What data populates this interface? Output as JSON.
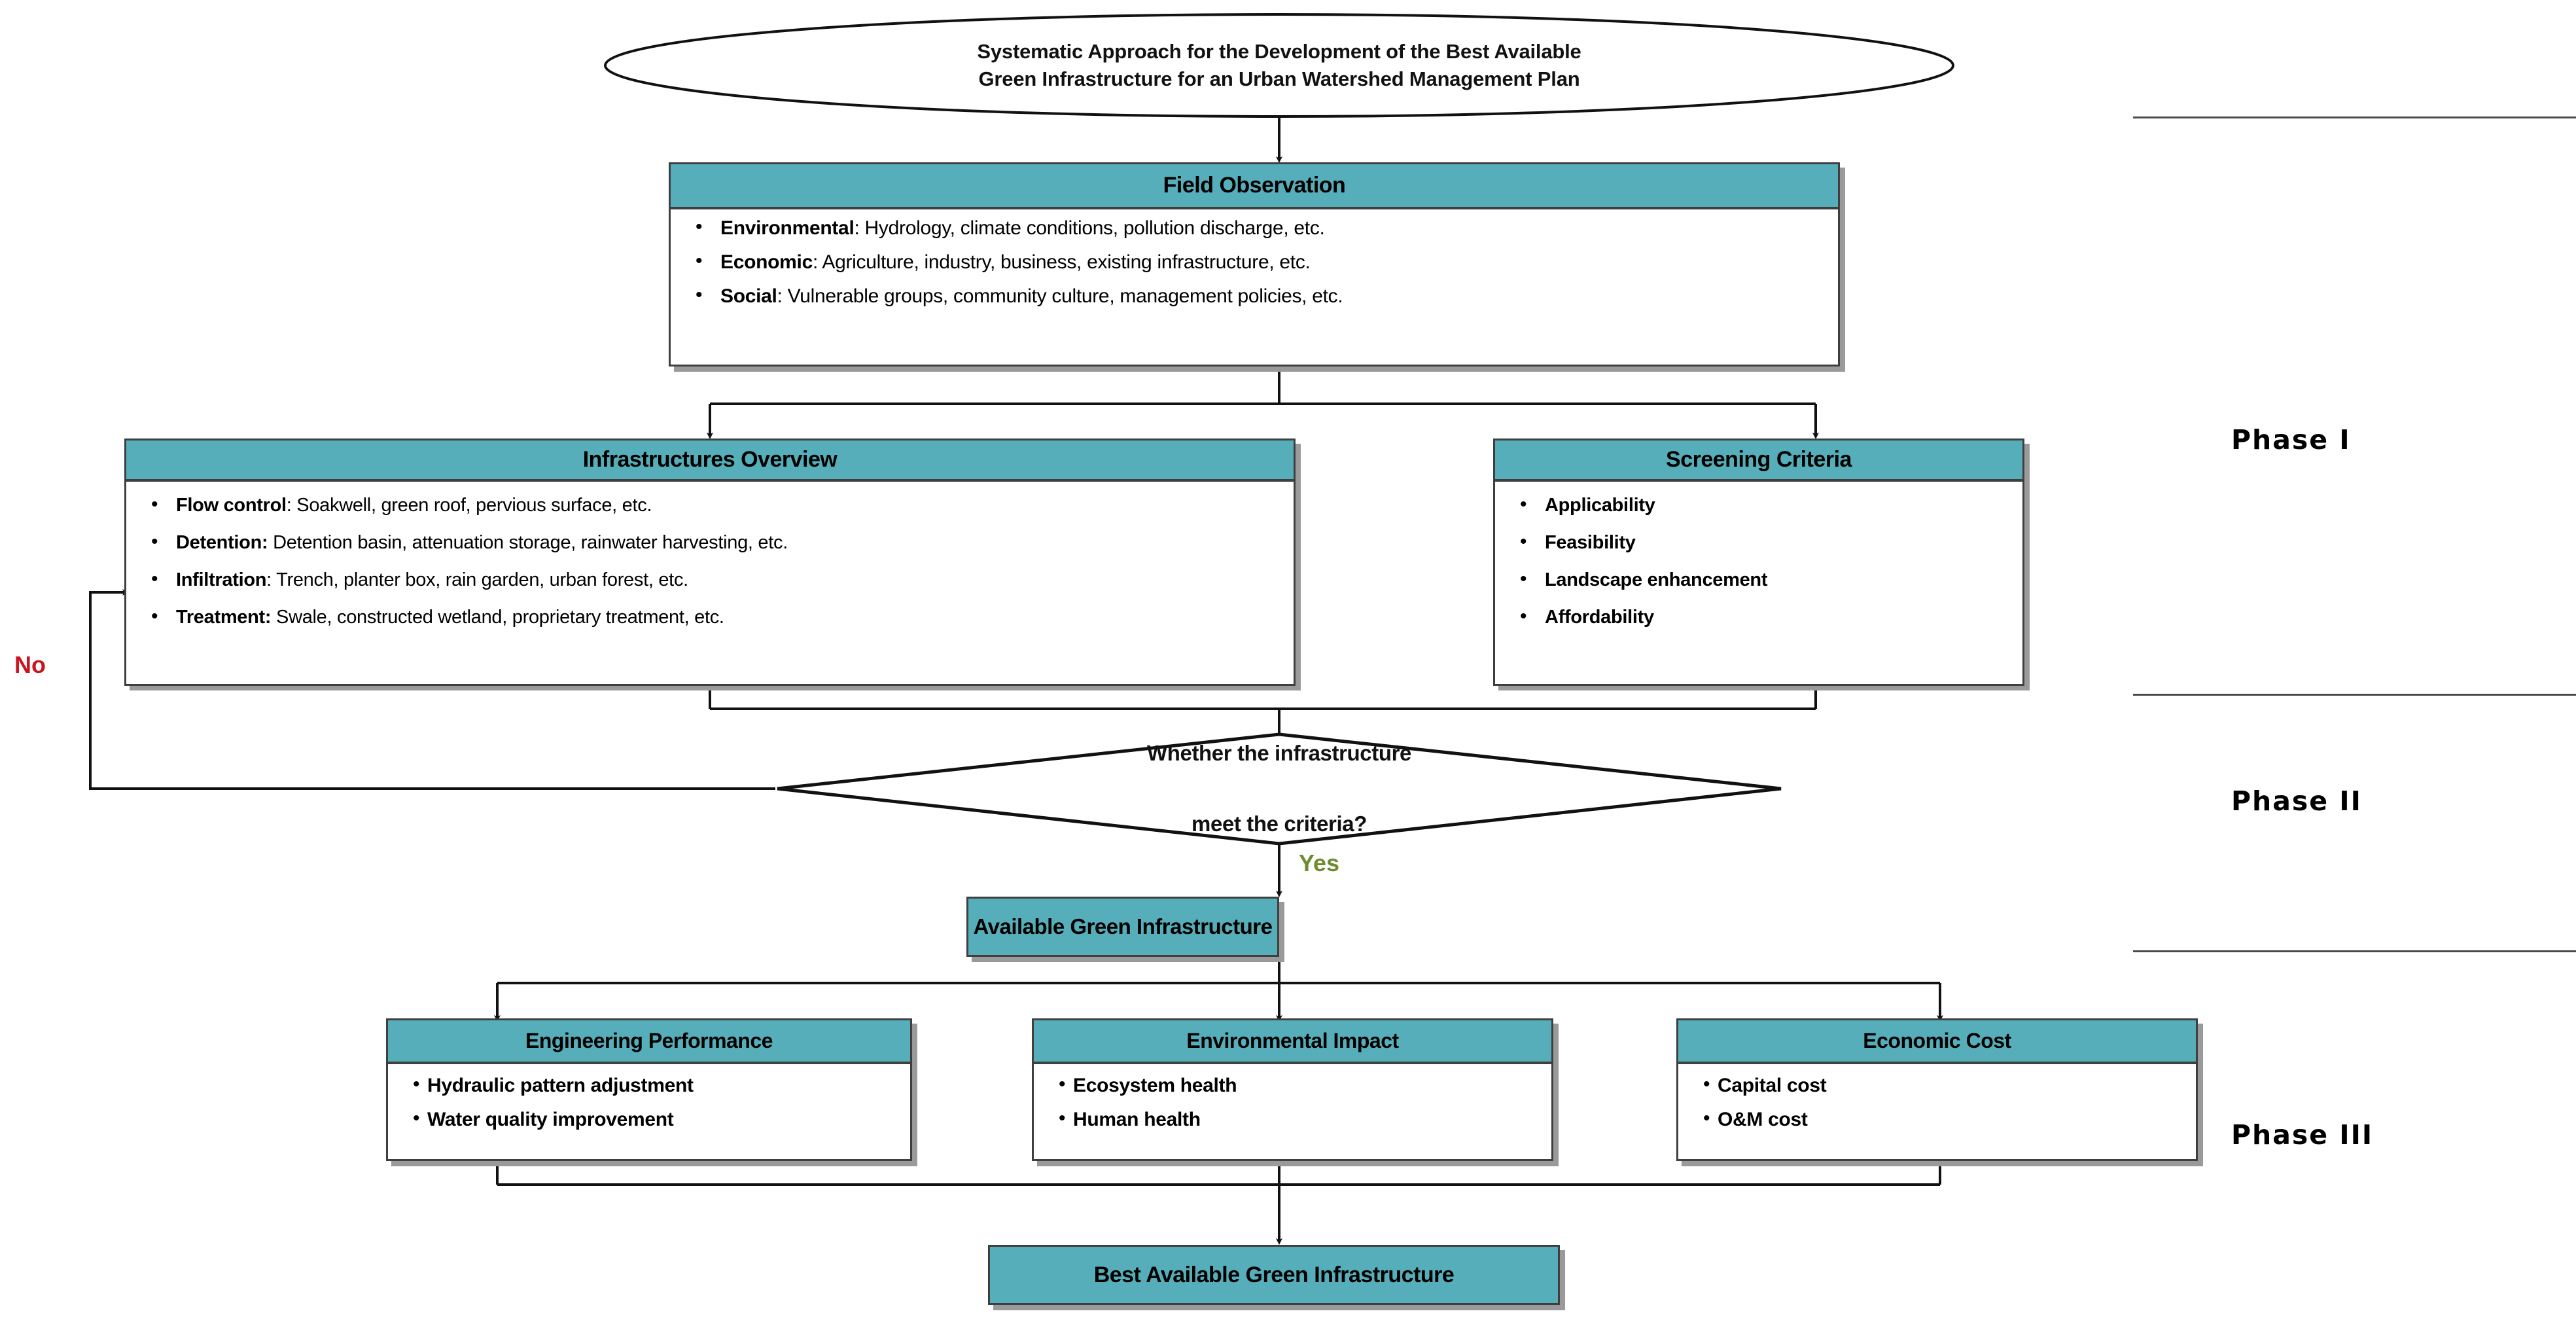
{
  "diagram": {
    "title": "Systematic Approach for the Development of the Best Available Green Infrastructure for an Urban Watershed Management Plan",
    "title_line1": "Systematic Approach for the Development of the Best Available",
    "title_line2": "Green Infrastructure for an Urban Watershed Management Plan",
    "accent_color": "#55aeb9",
    "no_color": "#cc1420",
    "yes_color": "#6f8b2d",
    "line_color": "#3f3f3f"
  },
  "nodes": {
    "field_observation": {
      "header": "Field Observation",
      "items": [
        {
          "lead": "Environmental",
          "rest": ": Hydrology, climate conditions, pollution discharge, etc."
        },
        {
          "lead": "Economic",
          "rest": ": Agriculture, industry, business, existing infrastructure, etc."
        },
        {
          "lead": "Social",
          "rest": ": Vulnerable groups, community culture, management policies, etc."
        }
      ]
    },
    "infrastructures_overview": {
      "header": "Infrastructures Overview",
      "items": [
        {
          "lead": "Flow control",
          "rest": ": Soakwell, green roof, pervious surface, etc."
        },
        {
          "lead": "Detention:",
          "rest": " Detention basin, attenuation storage, rainwater harvesting, etc."
        },
        {
          "lead": "Infiltration",
          "rest": ": Trench, planter box, rain garden, urban forest, etc."
        },
        {
          "lead": "Treatment:",
          "rest": " Swale, constructed wetland, proprietary treatment, etc."
        }
      ]
    },
    "screening_criteria": {
      "header": "Screening Criteria",
      "items": [
        {
          "lead": "Applicability",
          "rest": ""
        },
        {
          "lead": "Feasibility",
          "rest": ""
        },
        {
          "lead": "Landscape enhancement",
          "rest": ""
        },
        {
          "lead": "Affordability",
          "rest": ""
        }
      ]
    },
    "decision": {
      "line1": "Whether the infrastructure",
      "line2": "meet the criteria?"
    },
    "available_gi": {
      "label": "Available Green Infrastructure"
    },
    "engineering_performance": {
      "header": "Engineering Performance",
      "items": [
        {
          "lead": "Hydraulic pattern adjustment",
          "rest": ""
        },
        {
          "lead": "Water quality improvement",
          "rest": ""
        }
      ]
    },
    "environmental_impact": {
      "header": "Environmental Impact",
      "items": [
        {
          "lead": "Ecosystem health",
          "rest": ""
        },
        {
          "lead": "Human health",
          "rest": ""
        }
      ]
    },
    "economic_cost": {
      "header": "Economic Cost",
      "items": [
        {
          "lead": "Capital cost",
          "rest": ""
        },
        {
          "lead": "O&M cost",
          "rest": ""
        }
      ]
    },
    "best_available_gi": {
      "label": "Best Available Green Infrastructure"
    }
  },
  "edge_labels": {
    "no": "No",
    "yes": "Yes"
  },
  "phases": [
    {
      "label": "Phase  I"
    },
    {
      "label": "Phase  II"
    },
    {
      "label": "Phase  III"
    }
  ]
}
